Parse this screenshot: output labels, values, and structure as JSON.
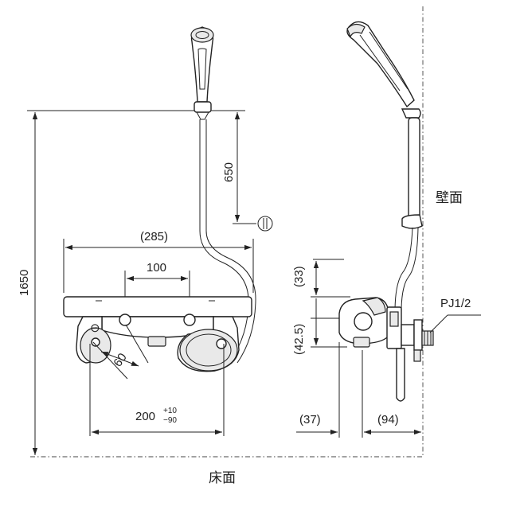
{
  "front_view": {
    "dim_height_total": "1650",
    "dim_hose_to_center": "650",
    "dim_overall_width": "(285)",
    "dim_handle_spacing": "100",
    "dim_elbow_angle": "60",
    "dim_mount_spacing": "200",
    "dim_mount_tol_plus": "+10",
    "dim_mount_tol_minus": "−90",
    "center_mark_symbol": "℄"
  },
  "side_view": {
    "dim_top_offset": "(33)",
    "dim_body_height": "(42.5)",
    "dim_front_depth": "(37)",
    "dim_wall_depth": "(94)",
    "pipe_thread_label": "PJ1/2",
    "wall_label": "壁面"
  },
  "floor_label": "床面"
}
